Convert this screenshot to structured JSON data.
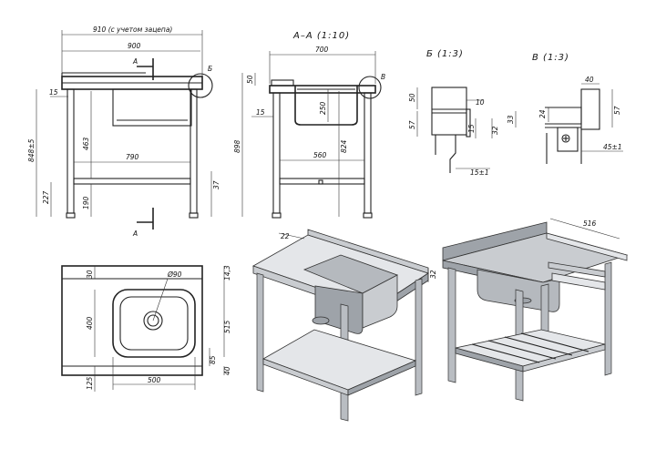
{
  "views": {
    "front": {
      "dim_total_with_hook": "910 (с учетом зацепа)",
      "dim_width": "900",
      "dim_inner": "790",
      "dim_height": "848±5",
      "dim_shelf_gap": "463",
      "dim_shelf_height": "190",
      "dim_lower": "227",
      "dim_top_thk": "15",
      "dim_foot": "37",
      "section_mark_top": "A",
      "section_mark_bottom": "A",
      "detail_mark": "Б"
    },
    "section": {
      "title": "A–A (1:10)",
      "dim_width": "700",
      "dim_inner": "560",
      "dim_height": "898",
      "dim_mid": "824",
      "dim_sink_depth": "250",
      "dim_50": "50",
      "dim_15": "15",
      "detail_mark": "В"
    },
    "detail_b": {
      "title": "Б (1:3)",
      "dim_50": "50",
      "dim_57": "57",
      "dim_10": "10",
      "dim_15": "15",
      "dim_32": "32",
      "dim_15pm1": "15±1"
    },
    "detail_v": {
      "title": "В (1:3)",
      "dim_40": "40",
      "dim_24": "24",
      "dim_33": "33",
      "dim_57": "57",
      "dim_45pm1": "45±1"
    },
    "plan": {
      "dim_30": "30",
      "dim_hole": "Ø90",
      "dim_400": "400",
      "dim_125": "125",
      "dim_500": "500",
      "dim_143": "14,3",
      "dim_515": "515",
      "dim_85": "85",
      "dim_40": "40"
    },
    "iso_left": {
      "dim_22": "22",
      "dim_32": "32"
    },
    "iso_right": {
      "dim_516": "516"
    }
  }
}
